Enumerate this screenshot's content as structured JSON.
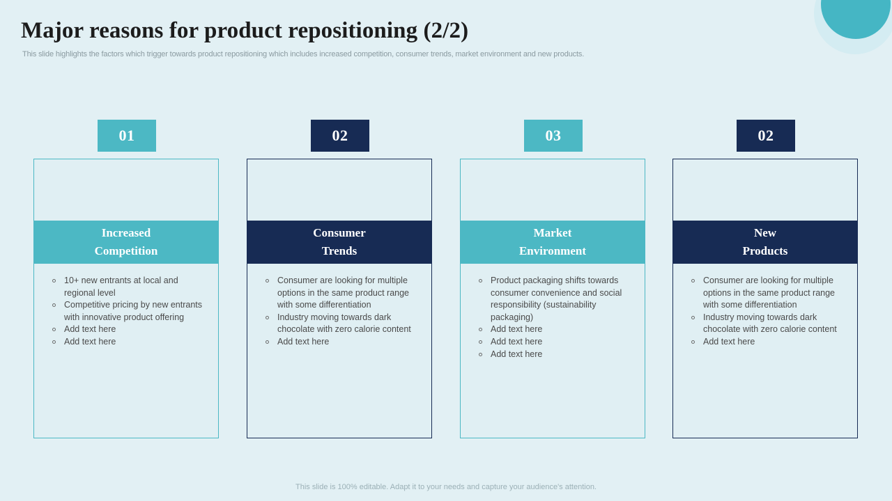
{
  "slide": {
    "title": "Major reasons for product repositioning (2/2)",
    "subtitle": "This slide highlights the factors which trigger towards product repositioning which includes increased competition, consumer trends, market environment and new products.",
    "footer_note": "This slide is 100% editable. Adapt it to your needs and capture your audience's attention."
  },
  "colors": {
    "background": "#e2f0f4",
    "card_fill": "#e0eff3",
    "teal": "#4cb8c4",
    "navy": "#172b54",
    "body_text": "#4a4a4a",
    "muted_text": "#8a9aa0"
  },
  "cards": [
    {
      "number": "01",
      "theme": "teal",
      "title_line1": "Increased",
      "title_line2": "Competition",
      "bullets": [
        "10+ new entrants at local and regional level",
        "Competitive pricing by new entrants with innovative product offering",
        "Add text here",
        "Add text here"
      ]
    },
    {
      "number": "02",
      "theme": "navy",
      "title_line1": "Consumer",
      "title_line2": "Trends",
      "bullets": [
        "Consumer are looking for multiple options in the same product range with some differentiation",
        "Industry moving towards dark chocolate with zero calorie content",
        "Add text here"
      ]
    },
    {
      "number": "03",
      "theme": "teal",
      "title_line1": "Market",
      "title_line2": "Environment",
      "bullets": [
        "Product packaging shifts towards consumer convenience and social responsibility (sustainability packaging)",
        "Add text here",
        "Add text here",
        "Add text here"
      ]
    },
    {
      "number": "02",
      "theme": "navy",
      "title_line1": "New",
      "title_line2": "Products",
      "bullets": [
        "Consumer are looking for multiple options in the same product range with some differentiation",
        "Industry moving towards dark chocolate with zero calorie content",
        "Add text here"
      ]
    }
  ]
}
